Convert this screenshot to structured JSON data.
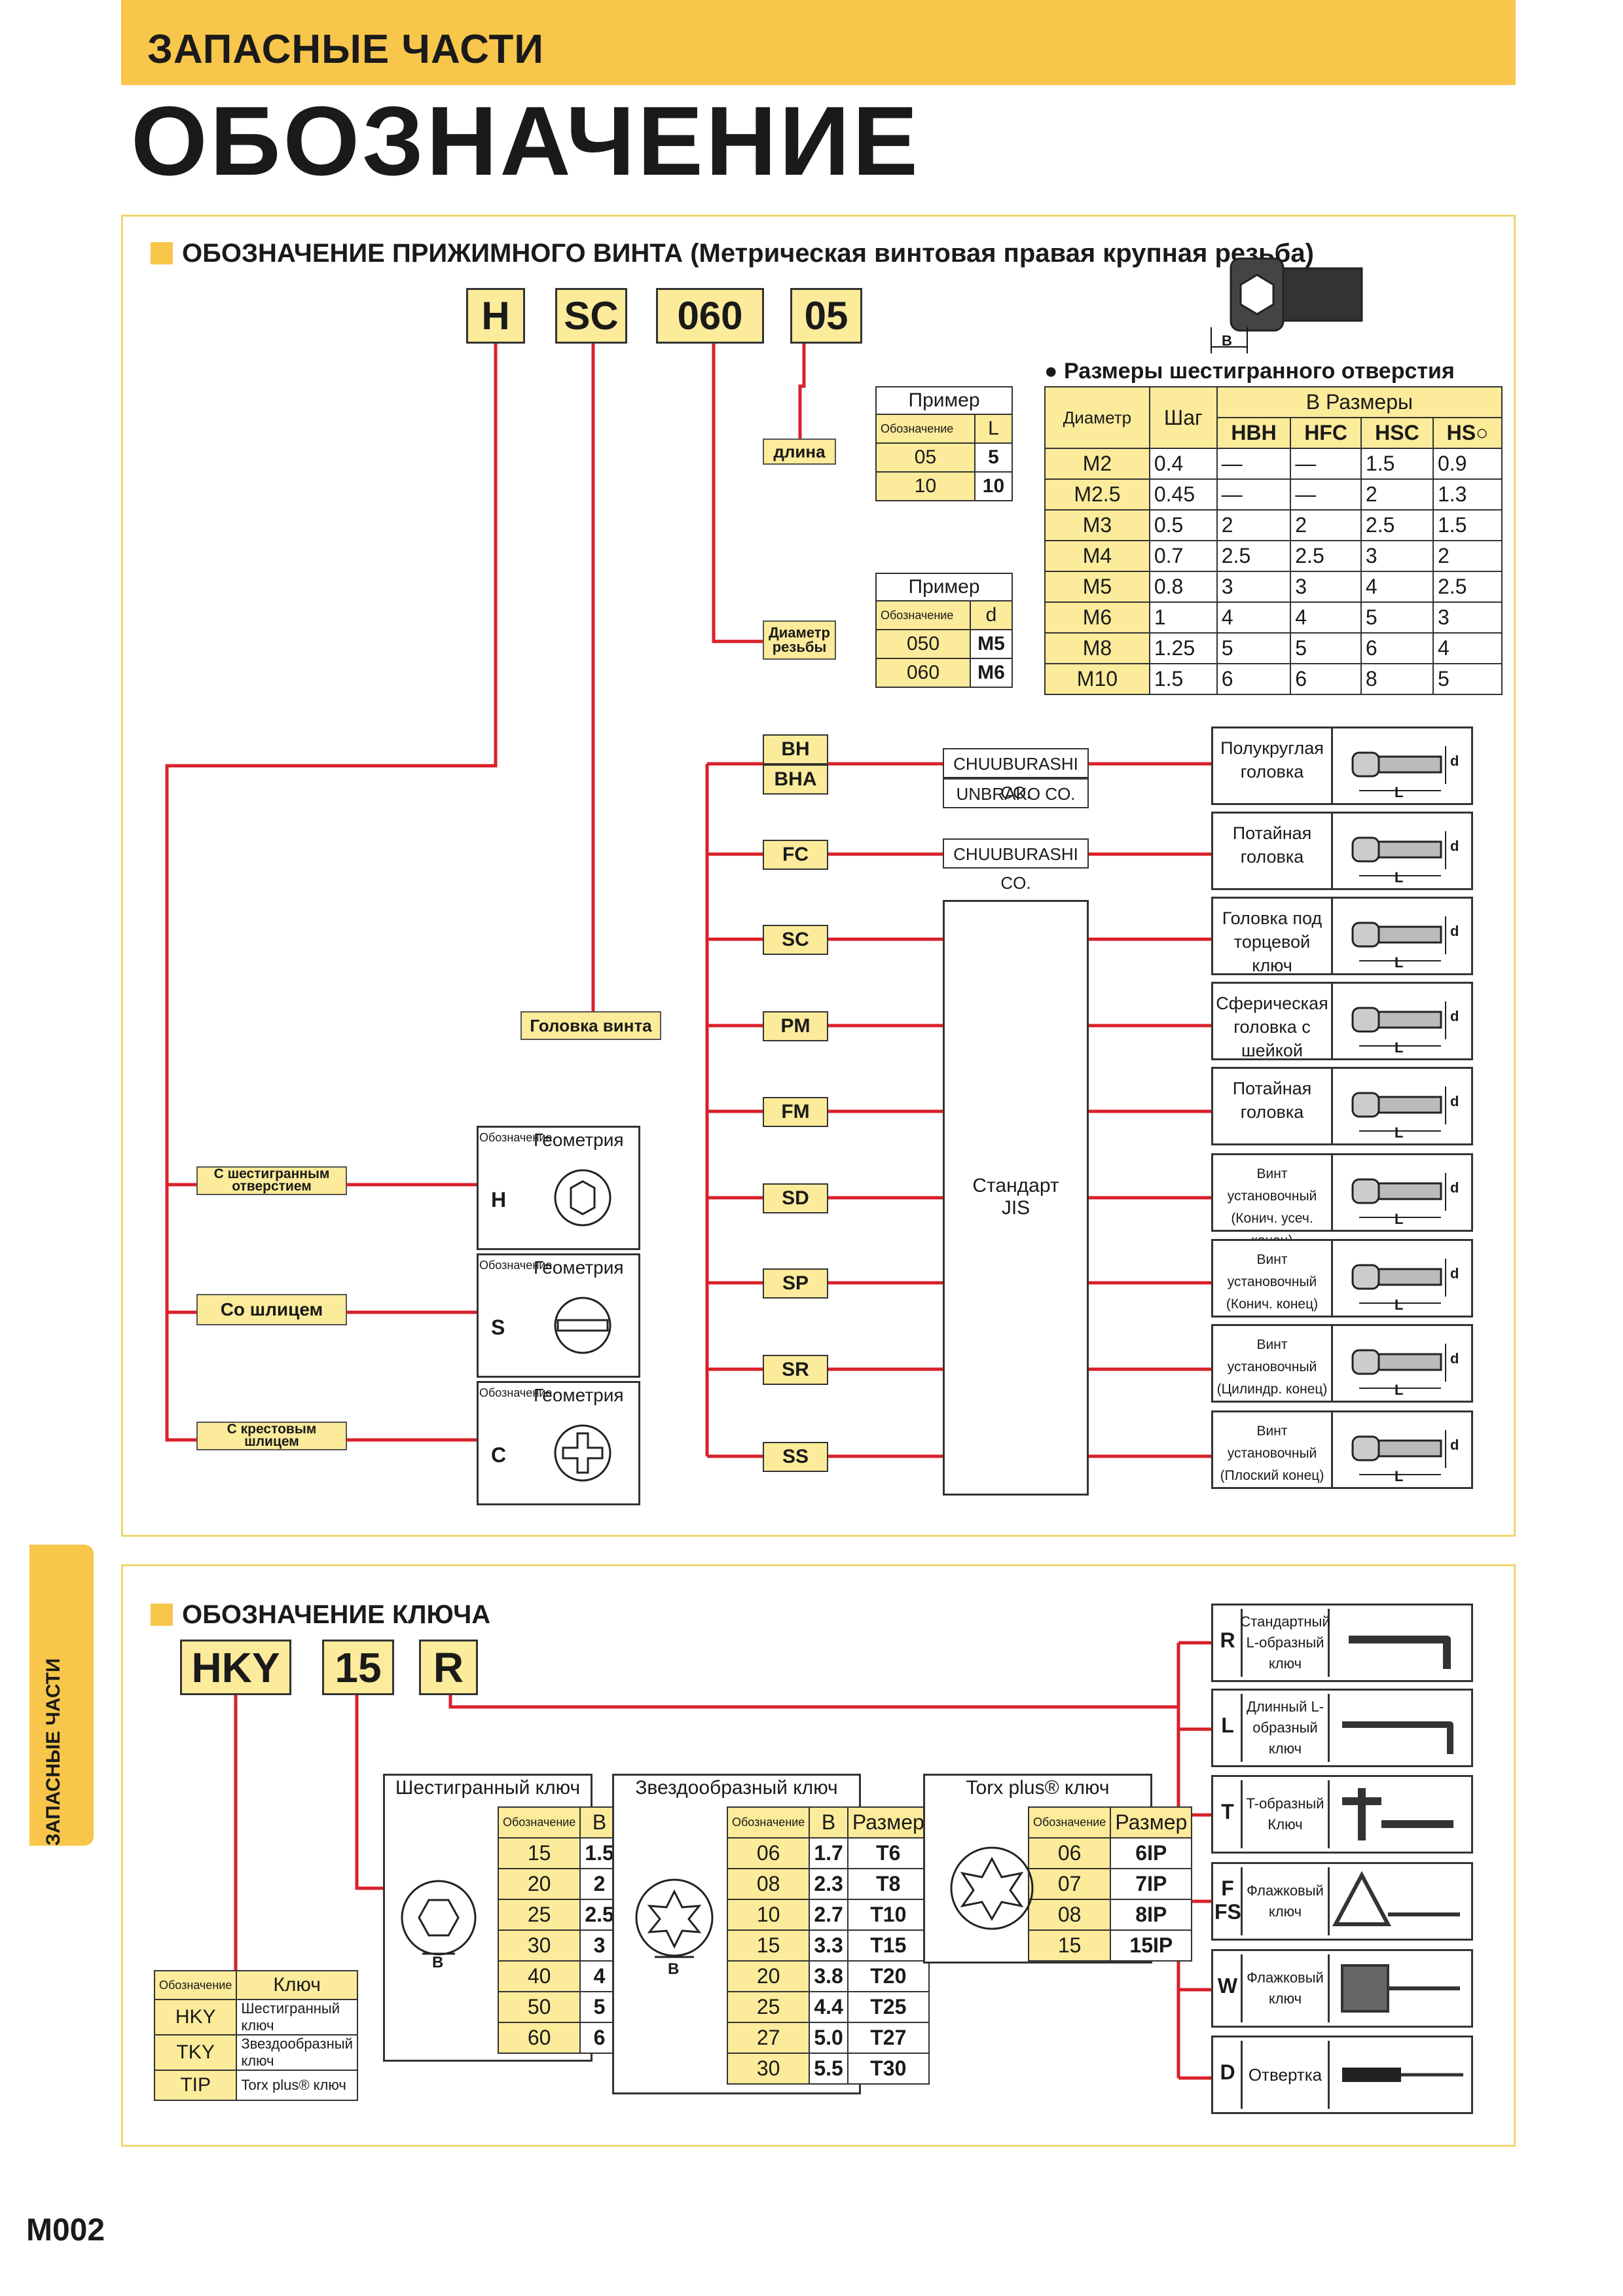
{
  "header": {
    "subtitle": "ЗАПАСНЫЕ ЧАСТИ",
    "title": "ОБОЗНАЧЕНИЕ"
  },
  "side_tab": "ЗАПАСНЫЕ ЧАСТИ",
  "footer": {
    "page": "M002"
  },
  "screw": {
    "title": "ОБОЗНАЧЕНИЕ ПРИЖИМНОГО ВИНТА (Метрическая винтовая правая крупная резьба)",
    "code": [
      "H",
      "SC",
      "060",
      "05"
    ],
    "b_label": "B",
    "length": {
      "label": "длина",
      "caption": "Пример",
      "cols": [
        "Обозначение",
        "L"
      ],
      "rows": [
        [
          "05",
          "5"
        ],
        [
          "10",
          "10"
        ]
      ]
    },
    "diameter": {
      "label": "Диаметр резьбы",
      "caption": "Пример",
      "cols": [
        "Обозначение",
        "d"
      ],
      "rows": [
        [
          "050",
          "M5"
        ],
        [
          "060",
          "M6"
        ]
      ]
    },
    "hex": {
      "title": "Размеры шестигранного отверстия",
      "col_dia": "Диаметр",
      "col_pitch": "Шаг",
      "col_b": "B Размеры",
      "cols": [
        "HBH",
        "HFC",
        "HSC",
        "HS○"
      ],
      "rows": [
        [
          "M2",
          "0.4",
          "—",
          "—",
          "1.5",
          "0.9"
        ],
        [
          "M2.5",
          "0.45",
          "—",
          "—",
          "2",
          "1.3"
        ],
        [
          "M3",
          "0.5",
          "2",
          "2",
          "2.5",
          "1.5"
        ],
        [
          "M4",
          "0.7",
          "2.5",
          "2.5",
          "3",
          "2"
        ],
        [
          "M5",
          "0.8",
          "3",
          "3",
          "4",
          "2.5"
        ],
        [
          "M6",
          "1",
          "4",
          "4",
          "5",
          "3"
        ],
        [
          "M8",
          "1.25",
          "5",
          "5",
          "6",
          "4"
        ],
        [
          "M10",
          "1.5",
          "6",
          "6",
          "8",
          "5"
        ]
      ]
    },
    "head_label": "Головка винта",
    "types": [
      "BH",
      "BHA",
      "FC",
      "SC",
      "PM",
      "FM",
      "SD",
      "SP",
      "SR",
      "SS"
    ],
    "makers": [
      "CHUUBURASHI CO.",
      "UNBRAKO CO.",
      "CHUUBURASHI CO."
    ],
    "jis": "Стандарт JIS",
    "heads": [
      "Полукруглая головка",
      "Потайная головка",
      "Головка под торцевой ключ",
      "Сферическая головка с шейкой",
      "Потайная головка",
      "Винт установочный (Конич. усеч. конец)",
      "Винт установочный (Конич. конец)",
      "Винт установочный (Цилиндр. конец)",
      "Винт установочный (Плоский конец)"
    ],
    "dim_d": "d",
    "dim_l": "L",
    "drives": {
      "caption_code": "Обозначение",
      "caption_geo": "Геометрия",
      "items": [
        {
          "label": "С шестигранным отверстием",
          "code": "H"
        },
        {
          "label": "Со шлицем",
          "code": "S"
        },
        {
          "label": "С крестовым шлицем",
          "code": "C"
        }
      ]
    }
  },
  "key": {
    "title": "ОБОЗНАЧЕНИЕ КЛЮЧА",
    "code": [
      "HKY",
      "15",
      "R"
    ],
    "hex": {
      "title": "Шестигранный ключ",
      "cols": [
        "Обозначение",
        "B"
      ],
      "rows": [
        [
          "15",
          "1.5"
        ],
        [
          "20",
          "2"
        ],
        [
          "25",
          "2.5"
        ],
        [
          "30",
          "3"
        ],
        [
          "40",
          "4"
        ],
        [
          "50",
          "5"
        ],
        [
          "60",
          "6"
        ]
      ]
    },
    "star": {
      "title": "Звездообразный ключ",
      "cols": [
        "Обозначение",
        "B",
        "Размер"
      ],
      "rows": [
        [
          "06",
          "1.7",
          "T6"
        ],
        [
          "08",
          "2.3",
          "T8"
        ],
        [
          "10",
          "2.7",
          "T10"
        ],
        [
          "15",
          "3.3",
          "T15"
        ],
        [
          "20",
          "3.8",
          "T20"
        ],
        [
          "25",
          "4.4",
          "T25"
        ],
        [
          "27",
          "5.0",
          "T27"
        ],
        [
          "30",
          "5.5",
          "T30"
        ]
      ]
    },
    "torx": {
      "title": "Torx plus® ключ",
      "cols": [
        "Обозначение",
        "Размер"
      ],
      "rows": [
        [
          "06",
          "6IP"
        ],
        [
          "07",
          "7IP"
        ],
        [
          "08",
          "8IP"
        ],
        [
          "15",
          "15IP"
        ]
      ]
    },
    "types": {
      "cols": [
        "Обозначение",
        "Ключ"
      ],
      "rows": [
        [
          "HKY",
          "Шестигранный ключ"
        ],
        [
          "TKY",
          "Звездообразный ключ"
        ],
        [
          "TIP",
          "Torx plus® ключ"
        ]
      ]
    },
    "shapes": [
      {
        "code": "R",
        "name": "Стандартный L-образный ключ"
      },
      {
        "code": "L",
        "name": "Длинный L-образный ключ"
      },
      {
        "code": "T",
        "name": "T-образный Ключ"
      },
      {
        "code": "F\nFS",
        "name": "Флажковый ключ"
      },
      {
        "code": "W",
        "name": "Флажковый ключ"
      },
      {
        "code": "D",
        "name": "Отвертка"
      }
    ]
  },
  "colors": {
    "accent": "#f7c64a",
    "line": "#d9202a",
    "frame": "#f0d670"
  }
}
